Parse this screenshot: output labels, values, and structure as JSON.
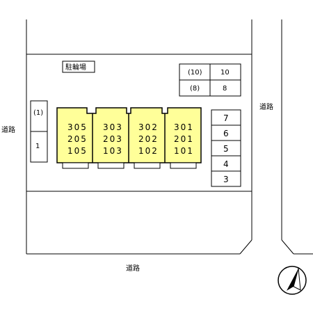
{
  "colors": {
    "building": "#ffff99",
    "line": "#000000",
    "background": "#ffffff"
  },
  "icons": {
    "compass": "north-arrow-icon"
  },
  "roads": {
    "left": "道路",
    "right": "道路",
    "bottom": "道路"
  },
  "bicycle_parking": {
    "label": "駐輪場"
  },
  "top_parking": [
    {
      "left": "(10)",
      "right": "10"
    },
    {
      "left": "(8)",
      "right": "8"
    }
  ],
  "left_parking": [
    "(1)",
    "1"
  ],
  "right_parking": [
    "7",
    "6",
    "5",
    "4",
    "3"
  ],
  "building_units": [
    [
      "305",
      "205",
      "105"
    ],
    [
      "303",
      "203",
      "103"
    ],
    [
      "302",
      "202",
      "102"
    ],
    [
      "301",
      "201",
      "101"
    ]
  ]
}
